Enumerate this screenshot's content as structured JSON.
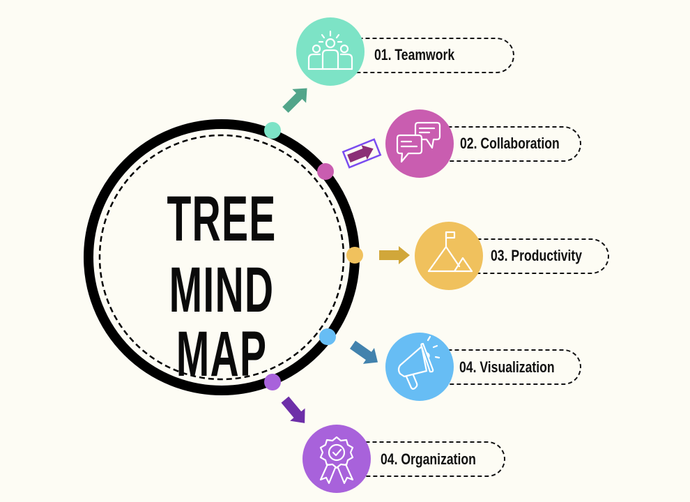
{
  "title": {
    "line1": "TREE",
    "line2": "MIND MAP"
  },
  "colors": {
    "background": "#fdfcf4",
    "ring": "#000000",
    "teal": "#7de3c6",
    "teal_arrow": "#52a58a",
    "magenta": "#c95db0",
    "magenta_arrow": "#8b2f76",
    "yellow": "#f0c15d",
    "yellow_arrow": "#d1a73a",
    "blue": "#67bdf4",
    "blue_arrow": "#4282ad",
    "purple": "#a862db",
    "purple_arrow": "#6d2fa8",
    "selection": "#7a4cf0"
  },
  "nodes": [
    {
      "label": "01. Teamwork",
      "icon": "team-icon",
      "color": "teal"
    },
    {
      "label": "02. Collaboration",
      "icon": "chat-bubbles-icon",
      "color": "magenta"
    },
    {
      "label": "03. Productivity",
      "icon": "mountain-flag-icon",
      "color": "yellow"
    },
    {
      "label": "04. Visualization",
      "icon": "megaphone-icon",
      "color": "blue"
    },
    {
      "label": "04. Organization",
      "icon": "award-badge-icon",
      "color": "purple"
    }
  ]
}
